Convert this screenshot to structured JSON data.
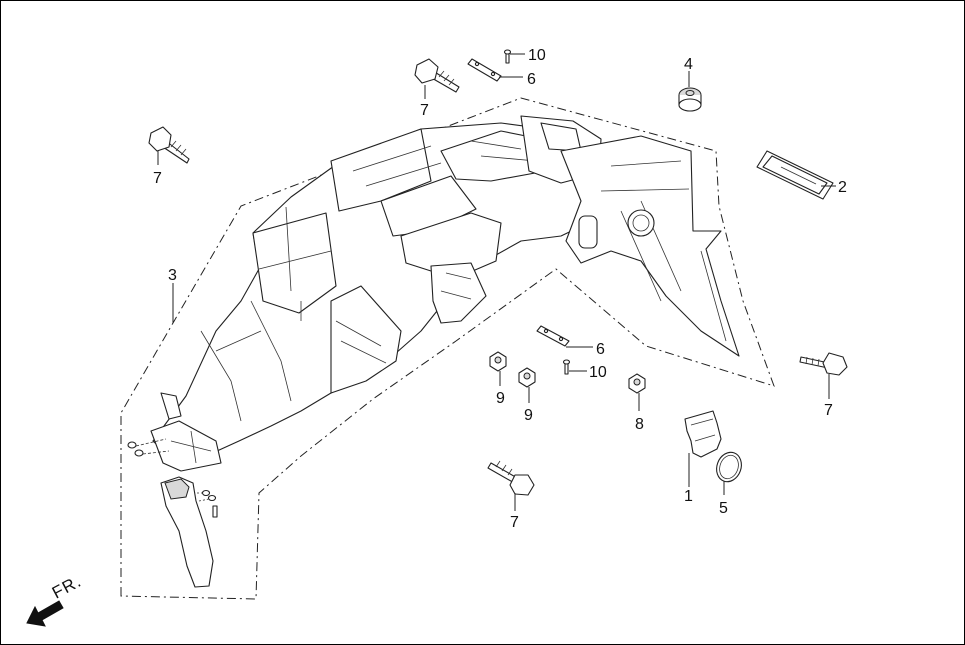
{
  "callouts": [
    {
      "label": "1"
    },
    {
      "label": "2"
    },
    {
      "label": "3"
    },
    {
      "label": "4"
    },
    {
      "label": "5"
    },
    {
      "label": "6"
    },
    {
      "label": "6"
    },
    {
      "label": "7"
    },
    {
      "label": "7"
    },
    {
      "label": "7"
    },
    {
      "label": "7"
    },
    {
      "label": "8"
    },
    {
      "label": "9"
    },
    {
      "label": "9"
    },
    {
      "label": "10"
    },
    {
      "label": "10"
    }
  ],
  "direction": {
    "label": "FR."
  }
}
